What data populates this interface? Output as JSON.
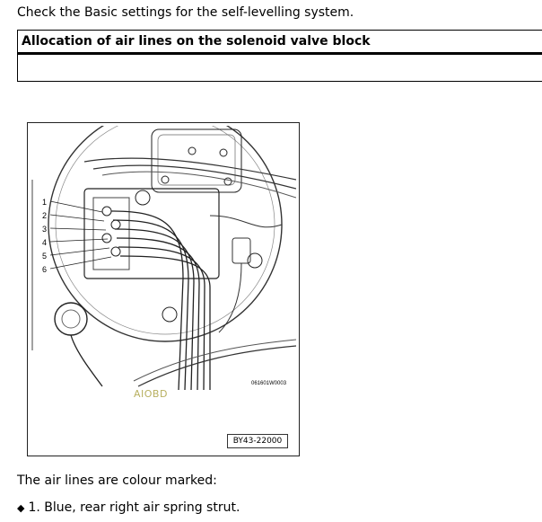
{
  "intro": "Check the Basic settings for the self-levelling system.",
  "section": {
    "title": "Allocation of air lines on the solenoid valve block"
  },
  "figure": {
    "callouts": [
      "1",
      "2",
      "3",
      "4",
      "5",
      "6"
    ],
    "photo_code": "061601W0003",
    "watermark": "AIOBD",
    "code": "BY43-22000"
  },
  "body": {
    "paragraph": "The air lines are colour marked:",
    "bullets": [
      {
        "marker": "◆",
        "text": "1. Blue, rear right air spring strut."
      }
    ]
  }
}
